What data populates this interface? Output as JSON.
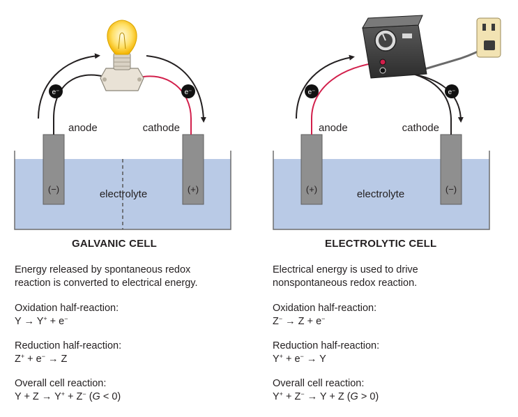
{
  "galvanic": {
    "title": "GALVANIC CELL",
    "anode": "anode",
    "cathode": "cathode",
    "electrolyte": "electrolyte",
    "anode_sign": "(−)",
    "cathode_sign": "(+)",
    "description": [
      "Energy released by spontaneous redox",
      "reaction is converted to electrical energy."
    ],
    "oxidation_label": "Oxidation half-reaction:",
    "oxidation_eq": {
      "a": "Y → Y",
      "sup1": "+",
      "b": " + e",
      "sup2": "−"
    },
    "reduction_label": "Reduction half-reaction:",
    "reduction_eq": {
      "a": "Z",
      "sup1": "+",
      "b": " + e",
      "sup2": "−",
      "c": " → Z"
    },
    "overall_label": "Overall cell reaction:",
    "overall_eq": {
      "a": "Y + Z → Y",
      "sup1": "+",
      "b": " + Z",
      "sup2": "−",
      "c": " (",
      "g": "G",
      "d": " < 0)"
    }
  },
  "electrolytic": {
    "title": "ELECTROLYTIC CELL",
    "anode": "anode",
    "cathode": "cathode",
    "electrolyte": "electrolyte",
    "anode_sign": "(+)",
    "cathode_sign": "(−)",
    "description": [
      "Electrical energy is used to drive",
      "nonspontaneous redox reaction."
    ],
    "oxidation_label": "Oxidation half-reaction:",
    "oxidation_eq": {
      "a": "Z",
      "sup1": "−",
      "b": " → Z + e",
      "sup2": "−"
    },
    "reduction_label": "Reduction half-reaction:",
    "reduction_eq": {
      "a": "Y",
      "sup1": "+",
      "b": " + e",
      "sup2": "−",
      "c": " → Y"
    },
    "overall_label": "Overall cell reaction:",
    "overall_eq": {
      "a": "Y",
      "sup1": "+",
      "b": " + Z",
      "sup2": "−",
      "c": " → Y + Z (",
      "g": "G",
      "d": " > 0)"
    }
  },
  "electron_symbol": "e⁻",
  "colors": {
    "electrolyte": "#b9cae6",
    "electrode": "#8f8f8f",
    "red_wire": "#d21f4b",
    "black_wire": "#231f20",
    "bulb": "#ffd84a",
    "power_supply": "#3b3b3b"
  }
}
